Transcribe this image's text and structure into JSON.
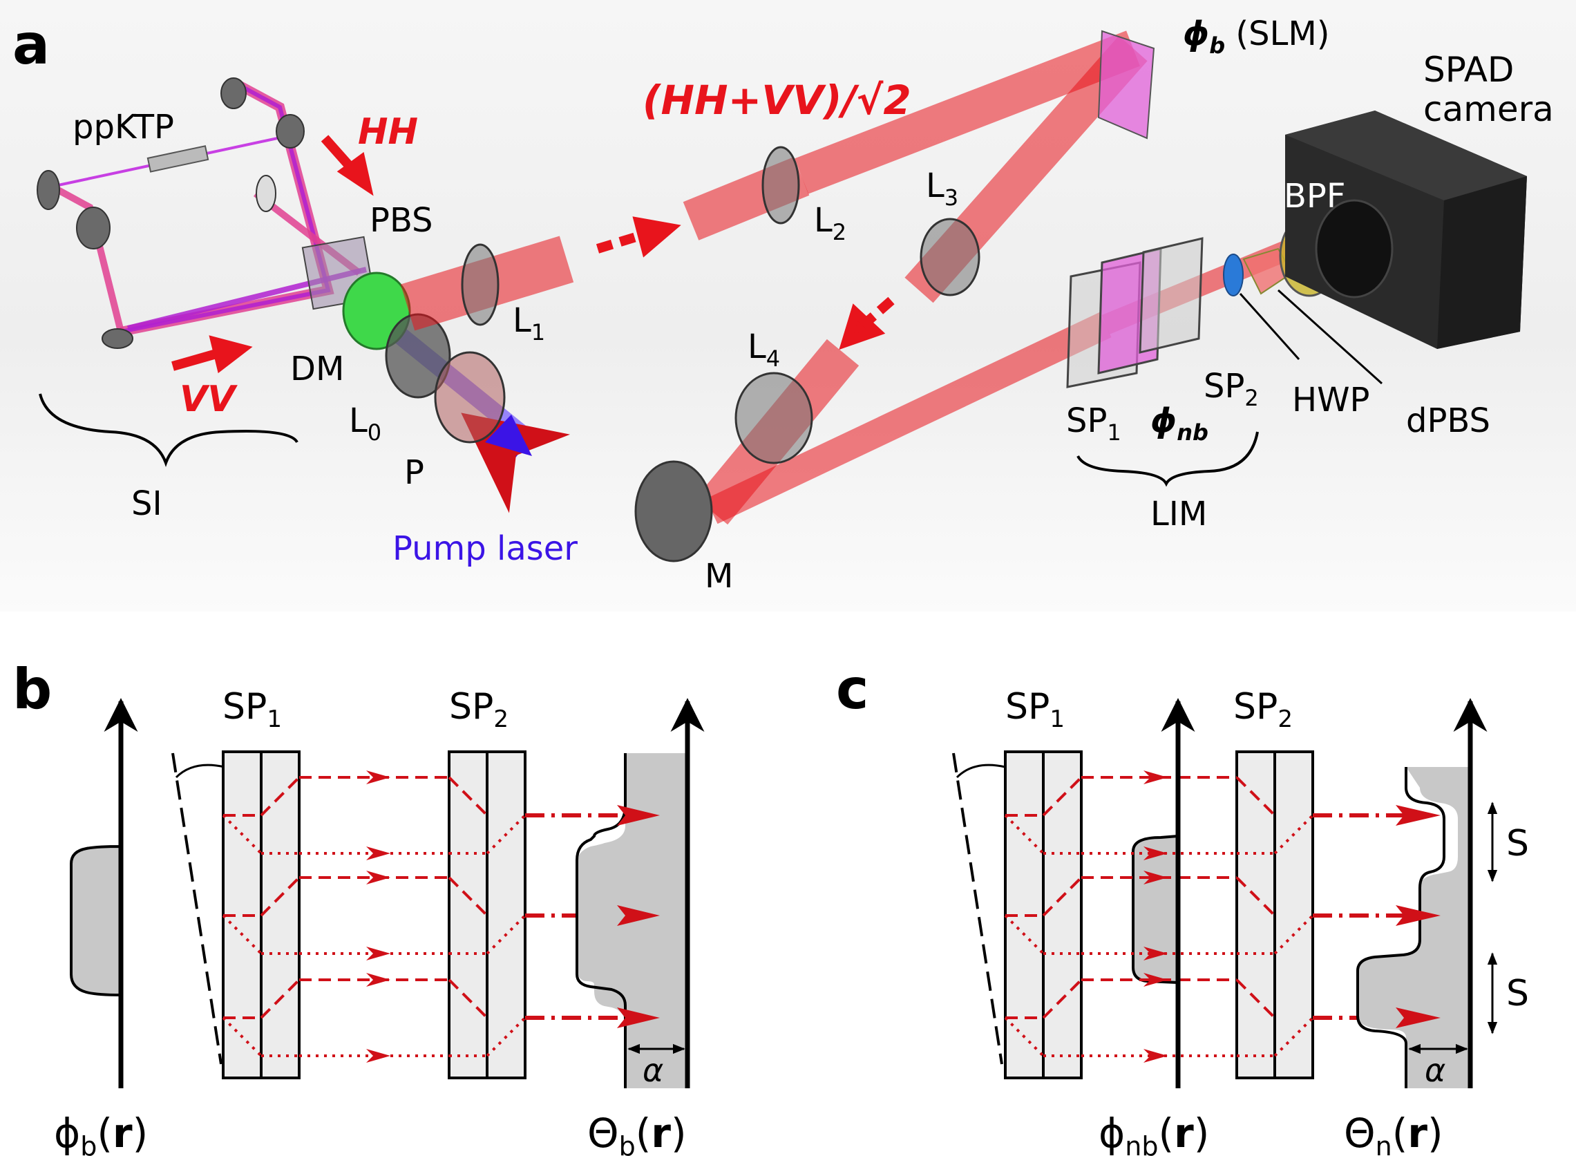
{
  "panels": {
    "a": "a",
    "b": "b",
    "c": "c"
  },
  "panel_a": {
    "ppktp": "ppKTP",
    "hh": "HH",
    "vv": "VV",
    "pbs": "PBS",
    "dm": "DM",
    "l0": "L",
    "l0_sub": "0",
    "p": "P",
    "l1": "L",
    "l1_sub": "1",
    "l2": "L",
    "l2_sub": "2",
    "l3": "L",
    "l3_sub": "3",
    "l4": "L",
    "l4_sub": "4",
    "si": "SI",
    "pump": "Pump laser",
    "state": "(HH+VV)/√2",
    "phi_b_sym": "ϕ",
    "phi_b_sub": "b",
    "slm": " (SLM)",
    "spad1": "SPAD",
    "spad2": "camera",
    "bpf": "BPF",
    "sp1": "SP",
    "sp1_sub": "1",
    "phinb_sym": "ϕ",
    "phinb_sub": "nb",
    "sp2": "SP",
    "sp2_sub": "2",
    "hwp": "HWP",
    "dpbs": "dPBS",
    "lim": "LIM",
    "m": "M"
  },
  "panel_b": {
    "sp1": "SP",
    "sp1_sub": "1",
    "sp2": "SP",
    "sp2_sub": "2",
    "alpha": "α",
    "phi_sym": "ϕ",
    "phi_sub": "b",
    "phi_arg": "r",
    "theta_sym": "Θ",
    "theta_sub": "b",
    "theta_arg": "r"
  },
  "panel_c": {
    "sp1": "SP",
    "sp1_sub": "1",
    "sp2": "SP",
    "sp2_sub": "2",
    "alpha": "α",
    "s1": "S",
    "s2": "S",
    "phi_sym": "ϕ",
    "phi_sub": "nb",
    "phi_arg": "r",
    "theta_sym": "Θ",
    "theta_sub": "n",
    "theta_arg": "r"
  },
  "colors": {
    "beam": "#e8141c",
    "pump": "#3b14e6",
    "slm": "#e060d8",
    "plate": "#ececec",
    "shade": "#c8c8c8"
  }
}
